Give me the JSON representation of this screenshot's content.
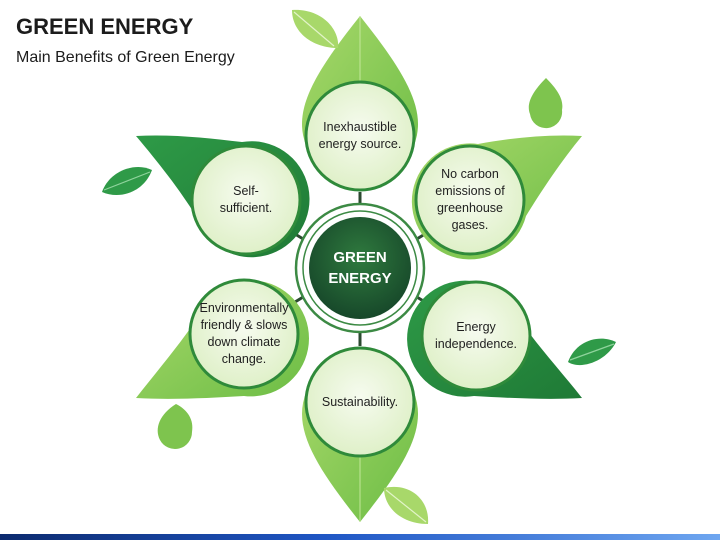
{
  "header": {
    "title": "GREEN ENERGY",
    "subtitle": "Main Benefits of Green Energy"
  },
  "center": {
    "line1": "GREEN",
    "line2": "ENERGY"
  },
  "benefits": [
    "Inexhaustible energy source.",
    "No carbon emissions of greenhouse gases.",
    "Energy independence.",
    "Sustainability.",
    "Environmentally friendly & slows down climate change.",
    "Self-sufficient."
  ],
  "colors": {
    "dark_green": "#1e5c2e",
    "leaf_green": "#6cc04a",
    "light_green": "#c6e6a3",
    "circle_fill": "#eef6e3",
    "circle_stroke": "#2f8a3a"
  },
  "icons": [
    "leaf-icon",
    "drop-leaf-icon"
  ]
}
